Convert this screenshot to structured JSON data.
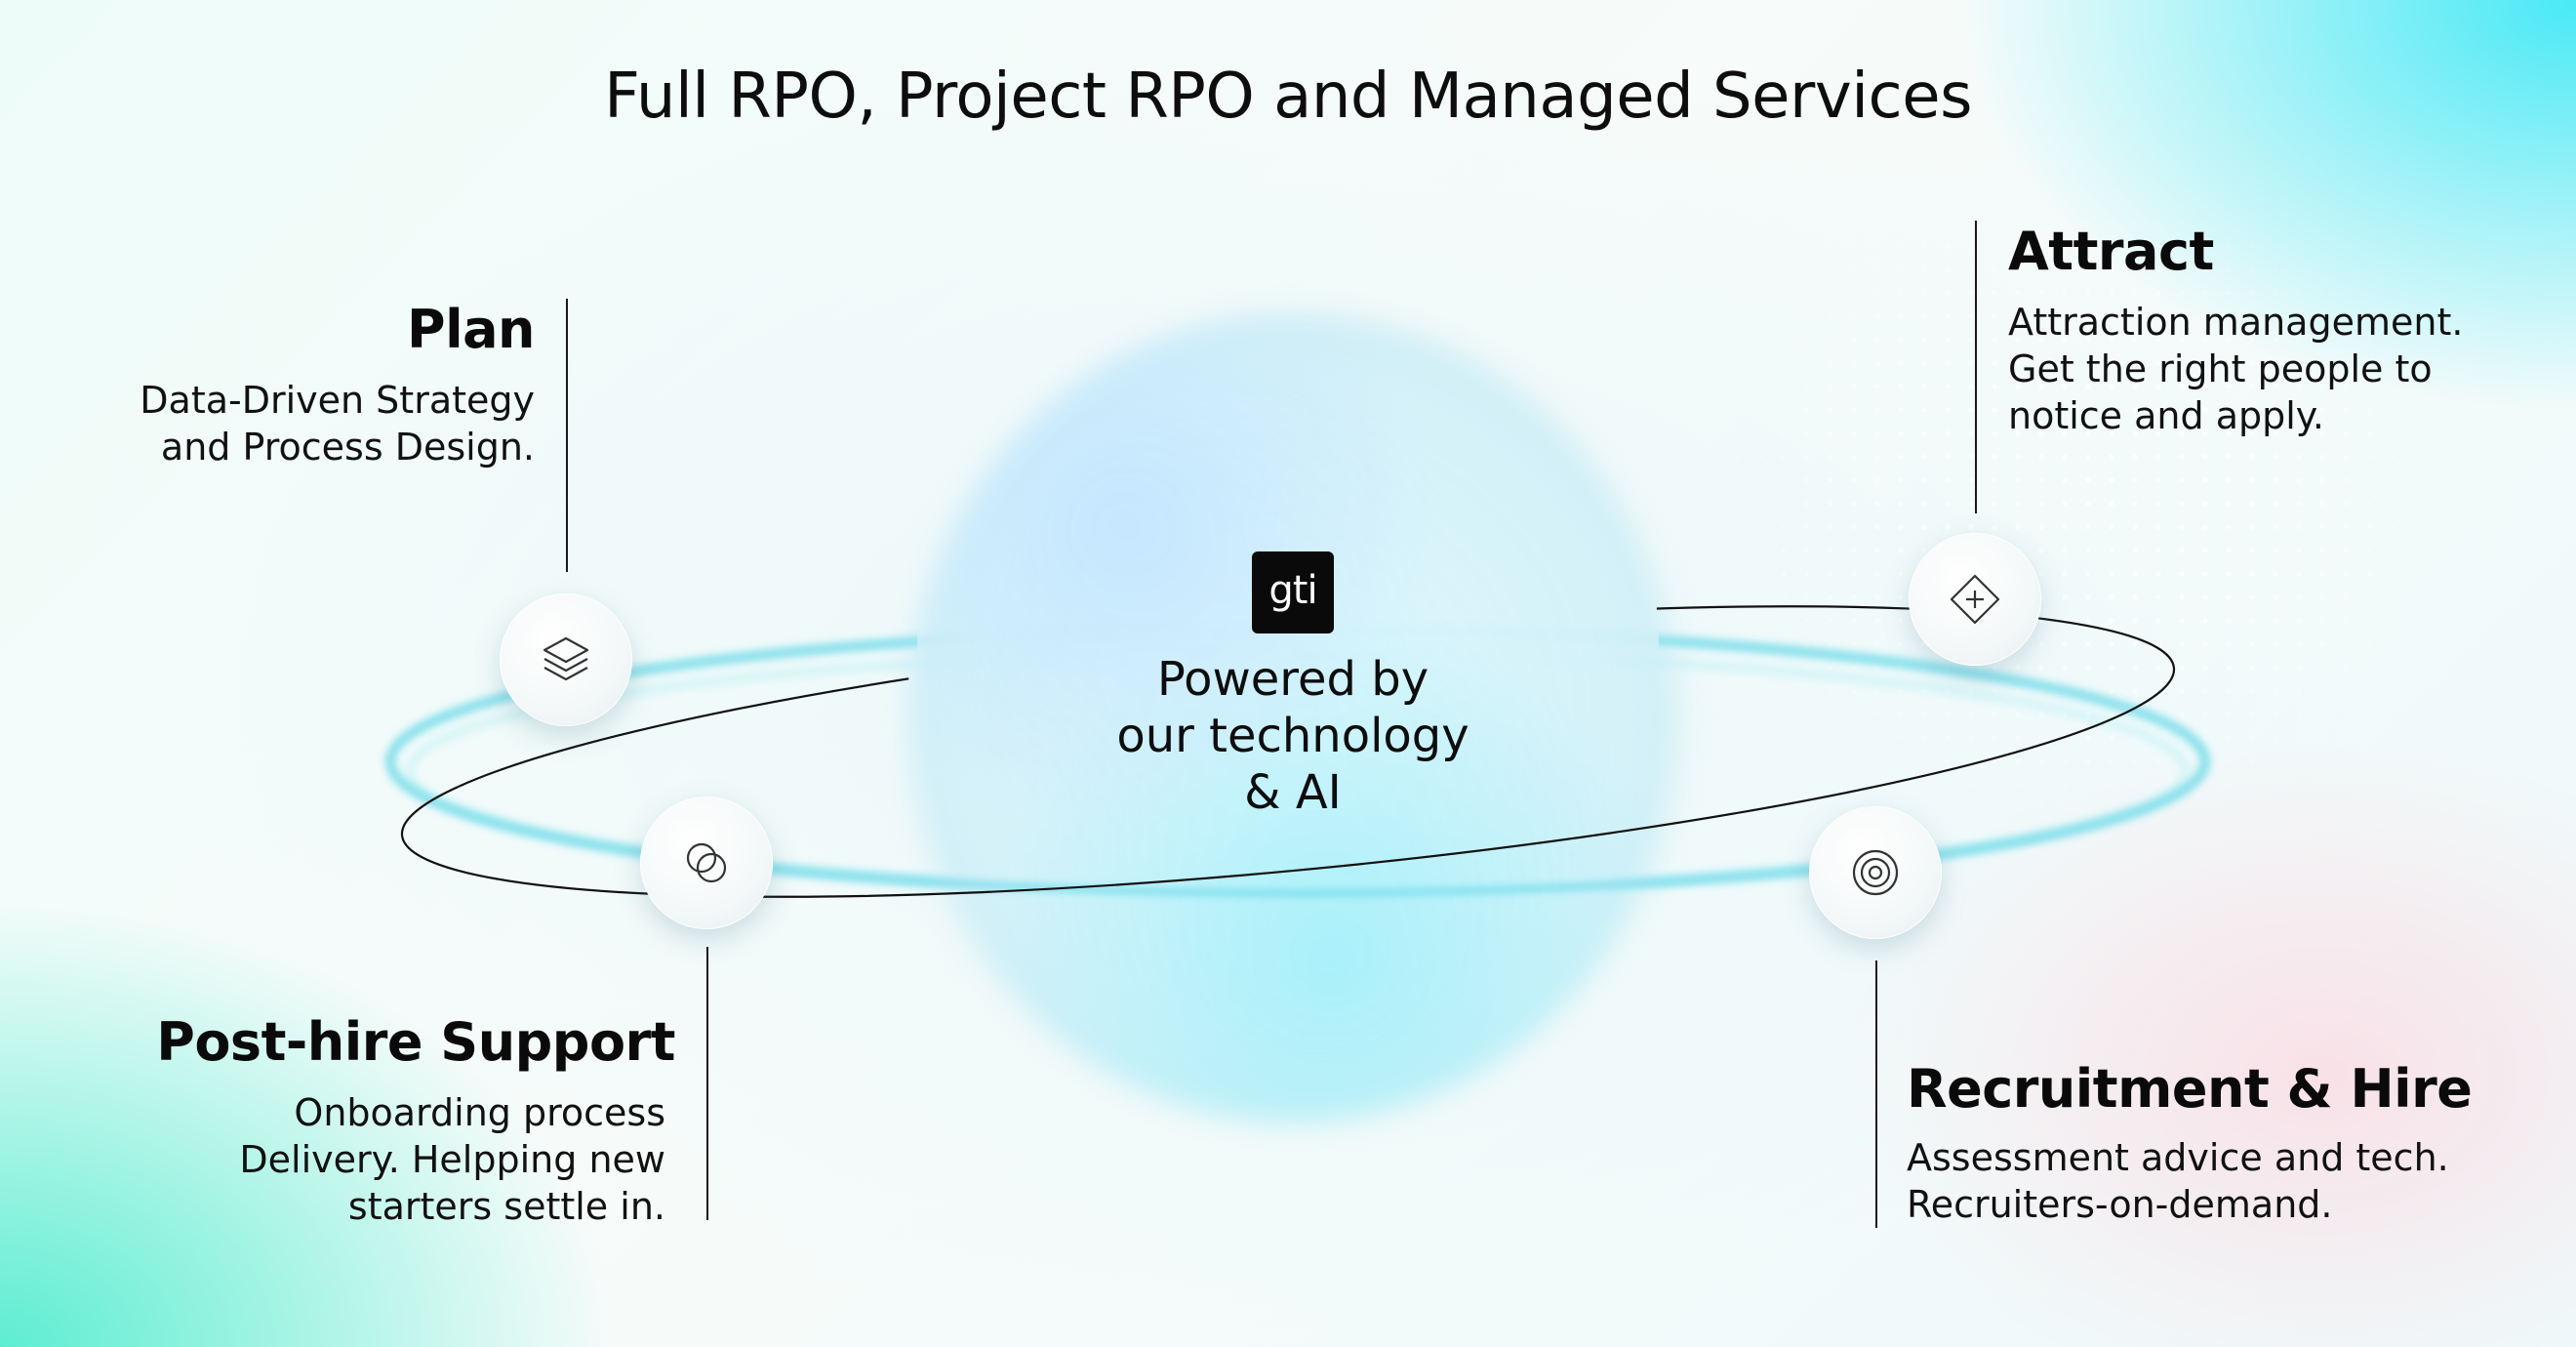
{
  "title": "Full RPO, Project RPO and Managed Services",
  "center": {
    "logo_text": "gti",
    "text": "Powered by\nour technology\n& AI"
  },
  "stages": {
    "plan": {
      "title": "Plan",
      "desc_lines": [
        "Data-Driven Strategy",
        "and Process Design."
      ],
      "icon": "layers-icon"
    },
    "attract": {
      "title": "Attract",
      "desc_lines": [
        "Attraction management.",
        "Get the right people to",
        "notice and apply."
      ],
      "icon": "diamond-plus-icon"
    },
    "post_hire": {
      "title": "Post-hire Support",
      "desc_lines": [
        "Onboarding process",
        "Delivery. Helpping new",
        "starters settle in."
      ],
      "icon": "overlapping-circles-icon"
    },
    "recruit": {
      "title": "Recruitment & Hire",
      "desc_lines": [
        "Assessment advice and tech.",
        "Recruiters-on-demand."
      ],
      "icon": "target-icon"
    }
  },
  "colors": {
    "text": "#0a0a0a",
    "orbit_glow": "#5fd6e6",
    "orbit_line": "#111111",
    "accent_cyan": "#40e8f5",
    "accent_mint": "#4cecd0"
  }
}
